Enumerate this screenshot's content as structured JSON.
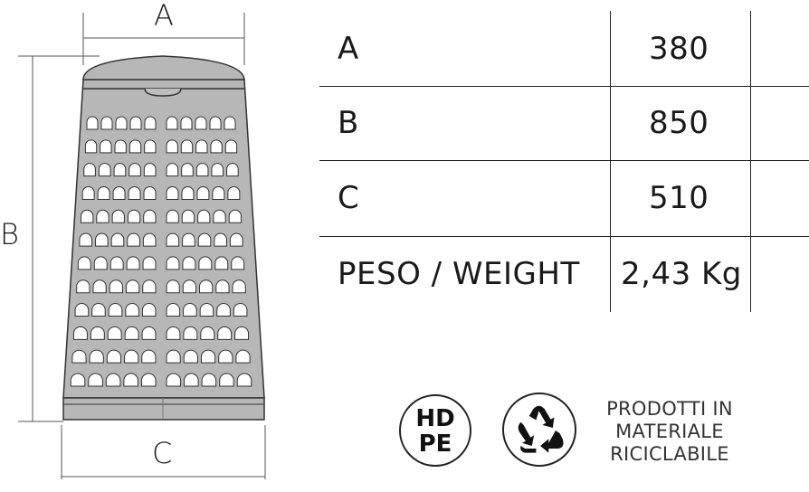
{
  "dimensions": {
    "a_label": "A",
    "b_label": "B",
    "c_label": "C"
  },
  "table": {
    "rows": [
      {
        "label": "A",
        "value": "380"
      },
      {
        "label": "B",
        "value": "850"
      },
      {
        "label": "C",
        "value": "510"
      },
      {
        "label": "PESO / WEIGHT",
        "value": "2,43 Kg"
      }
    ]
  },
  "badges": {
    "hdpe_line1": "HD",
    "hdpe_line2": "PE"
  },
  "caption": {
    "line1": "PRODOTTI IN",
    "line2": "MATERIALE",
    "line3": "RICICLABILE"
  },
  "colors": {
    "bin_fill": "#b7b7b7",
    "ink": "#1a1a1a"
  }
}
